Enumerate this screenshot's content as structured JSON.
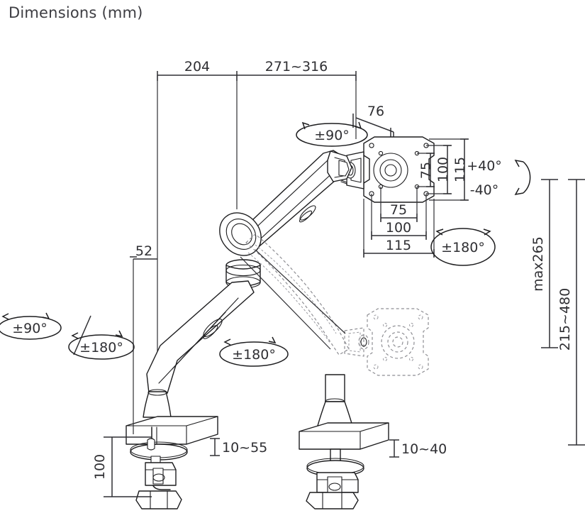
{
  "page": {
    "title": "Dimensions (mm)",
    "units": "mm",
    "drawing_type": "technical-dimension-drawing",
    "subject": "gas-spring monitor arm"
  },
  "colors": {
    "ink": "#2f2f33",
    "title_ink": "#3d3d42",
    "line": "#1d1d1f",
    "ghost": "#8b8b90",
    "background": "#ffffff"
  },
  "dimensions": {
    "top_span_left": "204",
    "top_span_right": "271~316",
    "offset_76": "76",
    "base_height_52": "52",
    "vesa_vertical_inner": "75",
    "vesa_vertical_mid": "100",
    "vesa_vertical_outer": "115",
    "vesa_horizontal_inner": "75",
    "vesa_horizontal_mid": "100",
    "vesa_horizontal_outer": "115",
    "tilt_up": "+40°",
    "tilt_down": "-40°",
    "height_max": "max265",
    "height_range": "215~480",
    "clamp_depth": "100",
    "clamp_thickness": "10~55",
    "grommet_thickness": "10~40"
  },
  "rotations": {
    "arm_joint_top": "±90°",
    "base_pan": "±90°",
    "base_rotate": "±180°",
    "elbow_rotate": "±180°",
    "screen_rotate": "±180°"
  }
}
